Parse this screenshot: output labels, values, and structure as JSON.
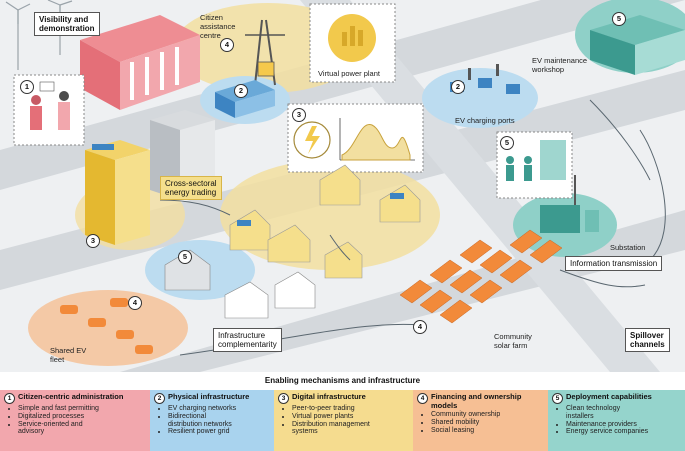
{
  "labels": {
    "visibility": "Visibility and\ndemonstration",
    "citizen_centre": "Citizen\nassistance\ncentre",
    "virtual_power_plant": "Virtual power plant",
    "ev_maintenance": "EV maintenance\nworkshop",
    "ev_charging": "EV charging ports",
    "cross_sectoral": "Cross-sectoral\nenergy trading",
    "substation": "Substation",
    "information_transmission": "Information transmission",
    "shared_ev_fleet": "Shared EV\nfleet",
    "infrastructure_complementarity": "Infrastructure\ncomplementarity",
    "community_solar": "Community\nsolar farm",
    "spillover": "Spillover\nchannels"
  },
  "badges": {
    "b1": "1",
    "b2": "2",
    "b3": "3",
    "b4": "4",
    "b5": "5"
  },
  "enabling_title": "Enabling mechanisms and infrastructure",
  "panels": [
    {
      "num": "1",
      "title": "Citizen-centric administration",
      "items": [
        "Simple and fast permitting",
        "Digitalized processes",
        "Service-oriented and\nadvisory"
      ]
    },
    {
      "num": "2",
      "title": "Physical infrastructure",
      "items": [
        "EV charging networks",
        "Bidirectional\ndistribution networks",
        "Resilient power grid"
      ]
    },
    {
      "num": "3",
      "title": "Digital infrastructure",
      "items": [
        "Peer-to-peer trading",
        "Virtual power plants",
        "Distribution management\nsystems"
      ]
    },
    {
      "num": "4",
      "title": "Financing and ownership\nmodels",
      "items": [
        "Community ownership",
        "Shared mobility",
        "Social leasing"
      ]
    },
    {
      "num": "5",
      "title": "Deployment capabilities",
      "items": [
        "Clean technology\ninstallers",
        "Maintenance providers",
        "Energy service companies"
      ]
    }
  ],
  "colors": {
    "panel1": "#f2a7ad",
    "panel2": "#a9d3ee",
    "panel3": "#f5dc8f",
    "panel4": "#f6bf94",
    "panel5": "#95d4cc",
    "ground": "#e9ecee",
    "road": "#c9ced3",
    "zone_yellow": "#f2dfa0",
    "zone_blue": "#bcdcf0",
    "zone_orange": "#f4c9a6",
    "zone_teal": "#8fd0c8",
    "accent_orange": "#f28a3a"
  }
}
